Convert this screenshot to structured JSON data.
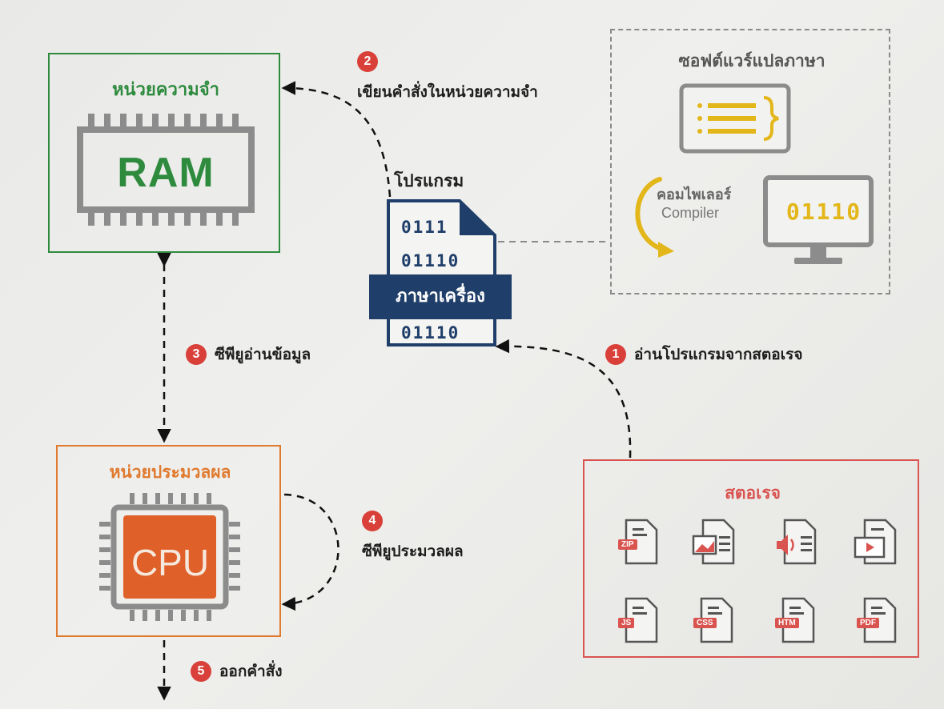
{
  "memory": {
    "title": "หน่วยความจำ",
    "chip_label": "RAM"
  },
  "cpu": {
    "title": "หน่วยประมวลผล",
    "chip_label": "CPU"
  },
  "software": {
    "title": "ซอฟต์แวร์แปลภาษา",
    "compiler_th": "คอมไพเลอร์",
    "compiler_en": "Compiler",
    "monitor_code": "01110"
  },
  "program": {
    "title": "โปรแกรม",
    "lines": [
      "0111",
      "01110",
      "01110"
    ],
    "banner": "ภาษาเครื่อง"
  },
  "storage": {
    "title": "สตอเรจ",
    "files": [
      "ZIP",
      "image",
      "audio",
      "video",
      "JS",
      "CSS",
      "HTM",
      "PDF"
    ]
  },
  "steps": [
    {
      "num": "1",
      "text": "อ่านโปรแกรมจากสตอเรจ"
    },
    {
      "num": "2",
      "text": "เขียนคำสั่งในหน่วยความจำ"
    },
    {
      "num": "3",
      "text": "ซีพียูอ่านข้อมูล"
    },
    {
      "num": "4",
      "text": "ซีพียูประมวลผล"
    },
    {
      "num": "5",
      "text": "ออกคำสั่ง"
    }
  ],
  "colors": {
    "memory": "#2e8b3e",
    "cpu": "#e07a2e",
    "storage": "#d9534f",
    "program": "#1f3e69",
    "software_accent": "#e3b61a",
    "badge": "#d9403a"
  }
}
